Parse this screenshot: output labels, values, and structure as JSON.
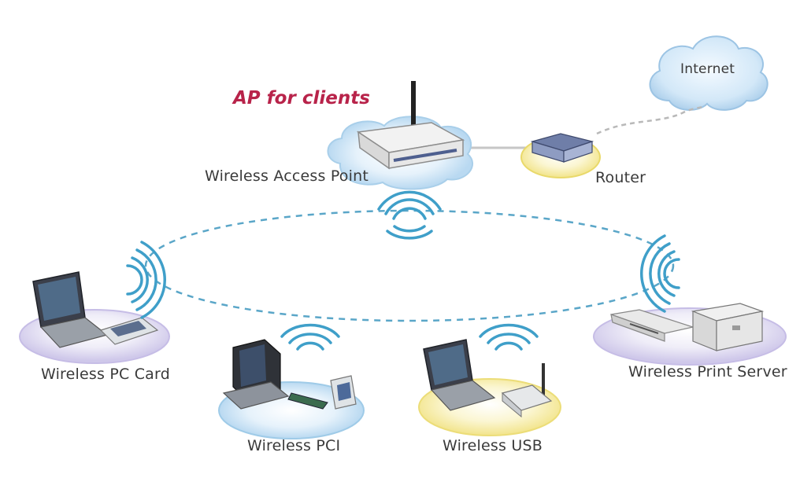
{
  "title": "AP for clients",
  "nodes": {
    "internet": "Internet",
    "access_point": "Wireless Access Point",
    "router": "Router",
    "pc_card": "Wireless PC Card",
    "pci": "Wireless PCI",
    "usb": "Wireless USB",
    "print_server": "Wireless Print Server"
  },
  "colors": {
    "title": "#b8234a",
    "link": "#5aa6c8",
    "signal": "#3f9fc9",
    "cloud_blue": "#cfe6f7",
    "pad_lavender": "#ddd8f2",
    "pad_yellow": "#f7eea6"
  }
}
